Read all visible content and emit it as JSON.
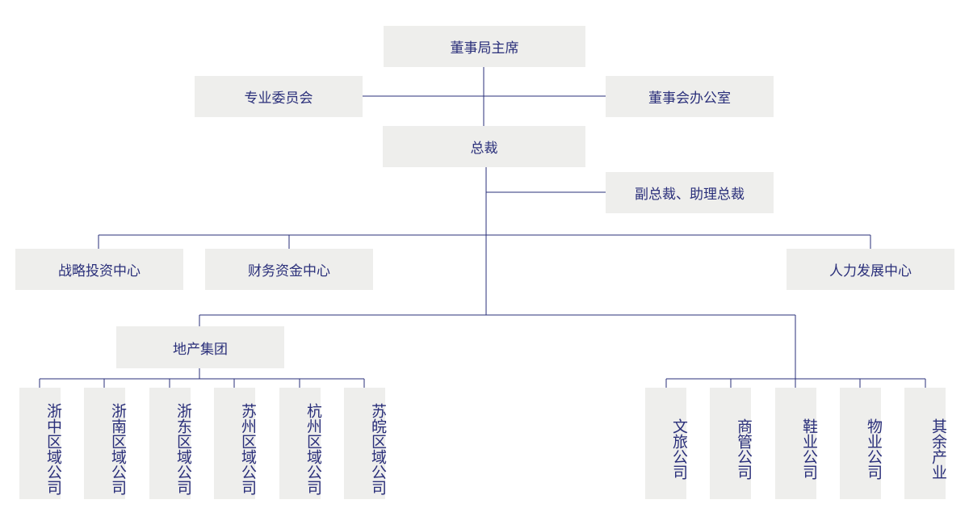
{
  "nodes": {
    "chairman": "董事局主席",
    "committee": "专业委员会",
    "board_office": "董事会办公室",
    "president": "总裁",
    "vice_president": "副总裁、助理总裁",
    "strategy_center": "战略投资中心",
    "finance_center": "财务资金中心",
    "hr_center": "人力发展中心",
    "realestate_group": "地产集团",
    "regions": [
      "浙中区域公司",
      "浙南区域公司",
      "浙东区域公司",
      "苏州区域公司",
      "杭州区域公司",
      "苏皖区域公司"
    ],
    "subsidiaries": [
      "文旅公司",
      "商管公司",
      "鞋业公司",
      "物业公司",
      "其余产业"
    ]
  },
  "colors": {
    "box_bg": "#eeeeec",
    "text": "#2a2f7a",
    "line": "#2a2f7a"
  }
}
